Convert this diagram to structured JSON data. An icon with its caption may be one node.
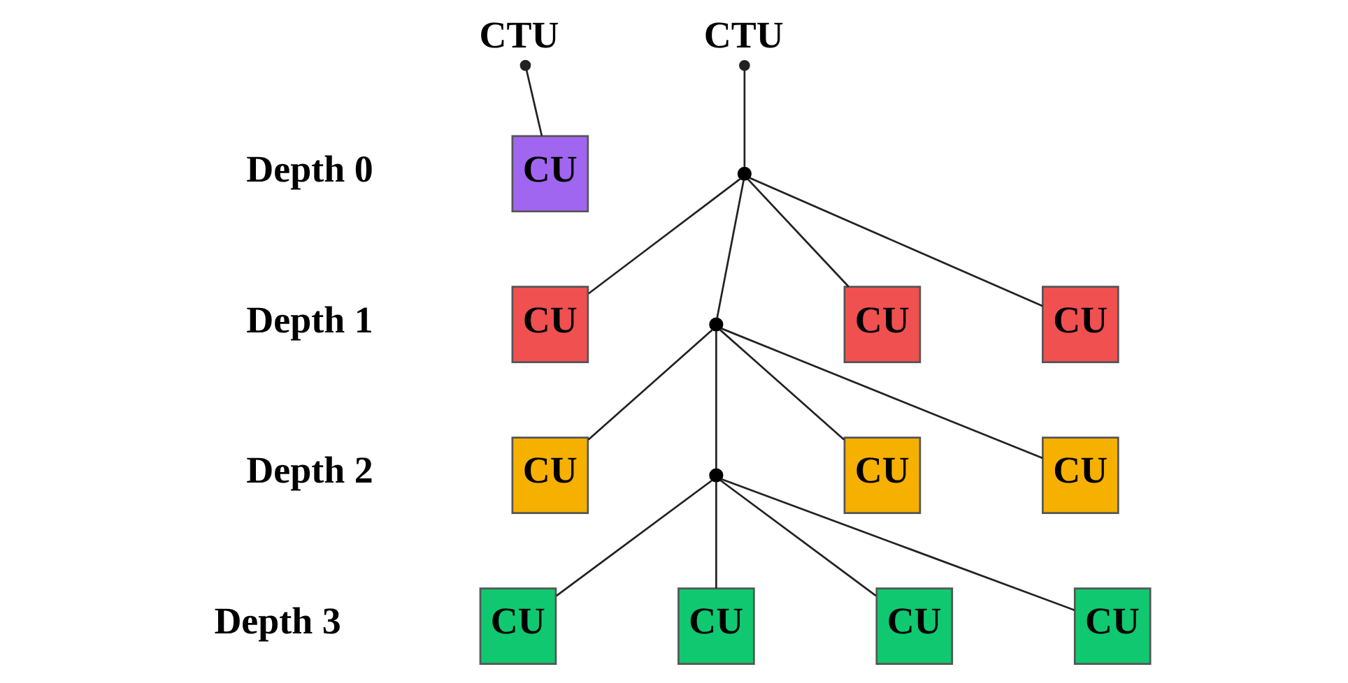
{
  "diagram": {
    "nodes": [
      {
        "text": [
          "CTU"
        ]
      },
      {
        "text": [
          "CTU"
        ]
      },
      {
        "text": [
          "CU"
        ]
      },
      {
        "text": [],
        "shape": "circle"
      },
      {
        "text": [
          "CU"
        ]
      },
      {
        "text": [],
        "shape": "circle"
      },
      {
        "text": [
          "CU"
        ]
      },
      {
        "text": [
          "CU"
        ]
      },
      {
        "text": [
          "CU"
        ]
      },
      {
        "text": [
          "CU"
        ]
      },
      {
        "text": [],
        "shape": "circle"
      },
      {
        "text": [
          "CU"
        ]
      },
      {
        "text": [
          "CU"
        ]
      },
      {
        "text": [
          "CU"
        ]
      },
      {
        "text": [
          "CU"
        ]
      },
      {
        "text": [
          "CU"
        ]
      }
    ],
    "edges": [
      {
        "from": 0,
        "to": 2,
        "arrow": "other"
      },
      {
        "from": 1,
        "to": 3,
        "arrow": "other"
      },
      {
        "from": 3,
        "to": 4,
        "arrow": "none"
      },
      {
        "from": 3,
        "to": 5,
        "arrow": "none"
      },
      {
        "from": 3,
        "to": 6,
        "arrow": "none"
      },
      {
        "from": 3,
        "to": 7,
        "arrow": "none"
      },
      {
        "from": 5,
        "to": 8,
        "arrow": "none"
      },
      {
        "from": 5,
        "to": 9,
        "arrow": "none"
      },
      {
        "from": 5,
        "to": 10,
        "arrow": "none"
      },
      {
        "from": 5,
        "to": 11,
        "arrow": "none"
      },
      {
        "from": 10,
        "to": 12,
        "arrow": "none"
      },
      {
        "from": 10,
        "to": 13,
        "arrow": "none"
      },
      {
        "from": 10,
        "to": 14,
        "arrow": "none"
      },
      {
        "from": 10,
        "to": 15,
        "arrow": "none"
      }
    ],
    "labels": [
      "Depth 0",
      "Depth 1",
      "Depth 2",
      "Depth 3"
    ]
  }
}
